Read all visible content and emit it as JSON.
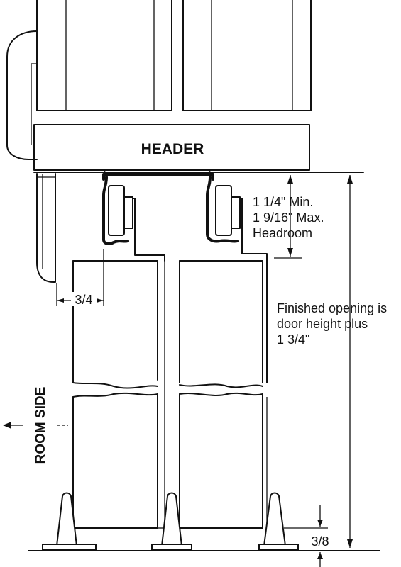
{
  "diagram": {
    "header_label": "HEADER",
    "headroom_label": [
      "1 1/4\" Min.",
      "1 9/16\" Max.",
      "Headroom"
    ],
    "offset_label": "3/4",
    "opening_label": [
      "Finished opening is",
      "door height plus",
      "1 3/4\""
    ],
    "room_side_label": "ROOM SIDE",
    "floor_gap_label": "3/8"
  }
}
